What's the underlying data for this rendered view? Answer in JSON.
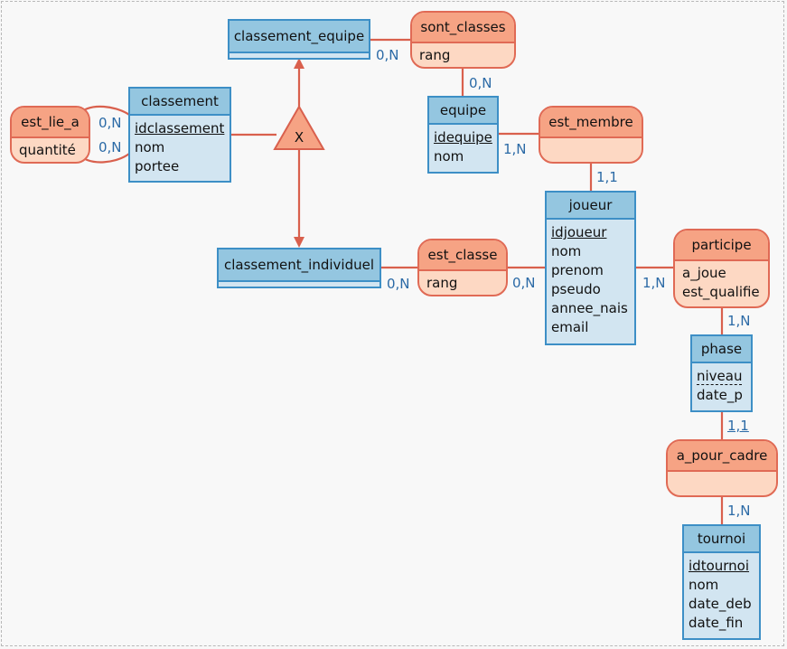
{
  "entities": {
    "classement_equipe": {
      "name": "classement_equipe"
    },
    "classement": {
      "name": "classement",
      "attributes": [
        {
          "text": "idclassement",
          "key": true
        },
        {
          "text": "nom"
        },
        {
          "text": "portee"
        }
      ]
    },
    "equipe": {
      "name": "equipe",
      "attributes": [
        {
          "text": "idequipe",
          "key": true
        },
        {
          "text": "nom"
        }
      ]
    },
    "classement_individuel": {
      "name": "classement_individuel"
    },
    "joueur": {
      "name": "joueur",
      "attributes": [
        {
          "text": "idjoueur",
          "key": true
        },
        {
          "text": "nom"
        },
        {
          "text": "prenom"
        },
        {
          "text": "pseudo"
        },
        {
          "text": "annee_nais"
        },
        {
          "text": "email"
        }
      ]
    },
    "phase": {
      "name": "phase",
      "attributes": [
        {
          "text": "niveau",
          "weak": true
        },
        {
          "text": "date_p"
        }
      ]
    },
    "tournoi": {
      "name": "tournoi",
      "attributes": [
        {
          "text": "idtournoi",
          "key": true
        },
        {
          "text": "nom"
        },
        {
          "text": "date_deb"
        },
        {
          "text": "date_fin"
        }
      ]
    }
  },
  "associations": {
    "sont_classes": {
      "name": "sont_classes",
      "attributes": [
        "rang"
      ]
    },
    "est_lie_a": {
      "name": "est_lie_a",
      "attributes": [
        "quantité"
      ]
    },
    "est_membre": {
      "name": "est_membre",
      "attributes": []
    },
    "est_classe": {
      "name": "est_classe",
      "attributes": [
        "rang"
      ]
    },
    "participe": {
      "name": "participe",
      "attributes": [
        "a_joue",
        "est_qualifie"
      ]
    },
    "a_pour_cadre": {
      "name": "a_pour_cadre",
      "attributes": []
    }
  },
  "inheritance": {
    "symbol": "X"
  },
  "cardinalities": {
    "classement_equipe_sont_classes": "0,N",
    "equipe_sont_classes": "0,N",
    "classement_est_lie_a_1": "0,N",
    "classement_est_lie_a_2": "0,N",
    "equipe_est_membre": "1,N",
    "joueur_est_membre": "1,1",
    "classement_individuel_est_classe": "0,N",
    "joueur_est_classe": "0,N",
    "joueur_participe": "1,N",
    "phase_participe": "1,N",
    "phase_a_pour_cadre": "1,1",
    "tournoi_a_pour_cadre": "1,N"
  },
  "colors": {
    "entity_border": "#3d8fc6",
    "entity_head": "#94c6e0",
    "entity_body": "#d2e5f1",
    "assoc_border": "#e06a55",
    "assoc_head": "#f6a384",
    "assoc_body": "#fdd8c3",
    "cardinality": "#2b6aa6",
    "link": "#d9604d"
  }
}
